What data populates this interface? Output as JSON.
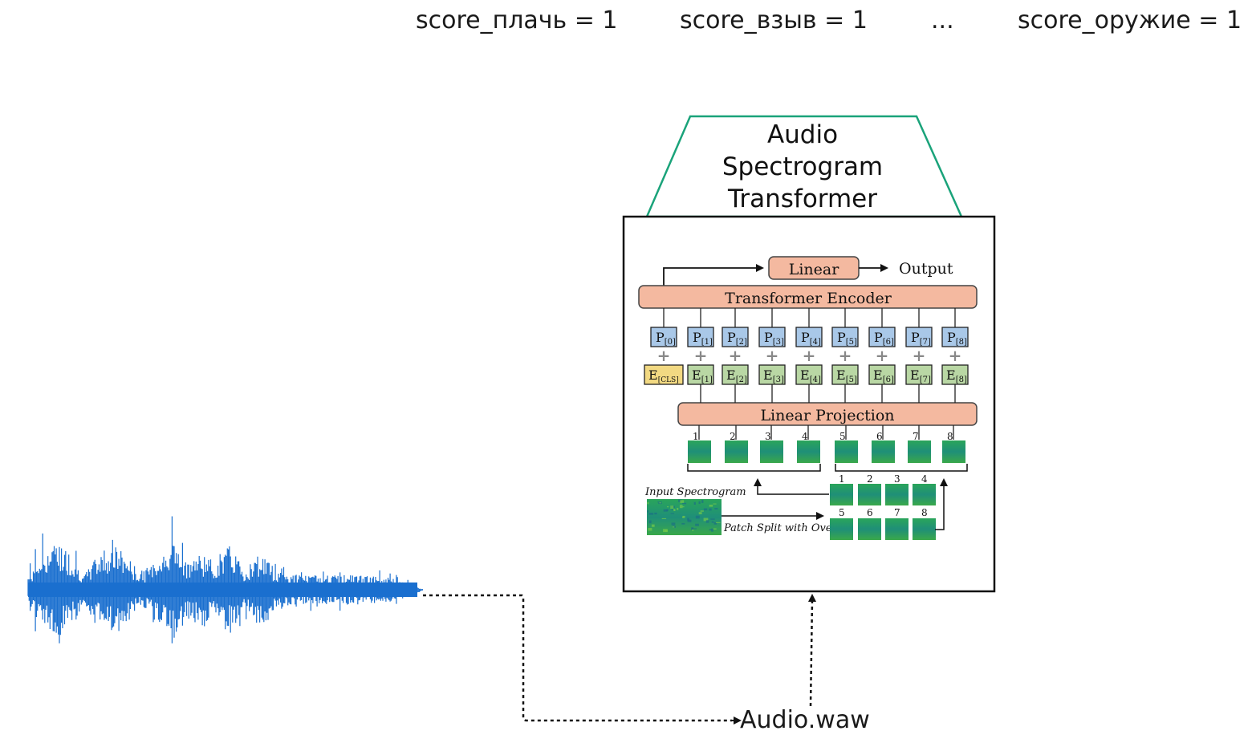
{
  "scores": [
    {
      "label": "score_плачь = 1"
    },
    {
      "label": "score_взыв = 1"
    },
    {
      "label": "..."
    },
    {
      "label": "score_оружие = 1"
    }
  ],
  "model": {
    "title_lines": [
      "Audio",
      "Spectrogram",
      "Transformer"
    ],
    "linear_label": "Linear",
    "output_label": "Output",
    "encoder_label": "Transformer Encoder",
    "projection_label": "Linear Projection",
    "input_spectrogram_label": "Input Spectrogram",
    "patch_split_label": "Patch Split with Overlap",
    "position_tokens": [
      "0",
      "1",
      "2",
      "3",
      "4",
      "5",
      "6",
      "7",
      "8"
    ],
    "embedding_tokens": [
      "CLS",
      "1",
      "2",
      "3",
      "4",
      "5",
      "6",
      "7",
      "8"
    ],
    "patch_numbers": [
      "1",
      "2",
      "3",
      "4",
      "5",
      "6",
      "7",
      "8"
    ],
    "split_numbers_top": [
      "1",
      "2",
      "3",
      "4"
    ],
    "split_numbers_bottom": [
      "5",
      "6",
      "7",
      "8"
    ],
    "p_letter": "P",
    "e_letter": "E"
  },
  "input_file": "Audio.waw",
  "colors": {
    "waveform": "#1a6fcf",
    "trapezoid": "#1aa37a",
    "salmon": "#f4b9a0",
    "p_box": "#a9c8e8",
    "e_box": "#b9d7a4",
    "cls_box": "#f2d982"
  }
}
